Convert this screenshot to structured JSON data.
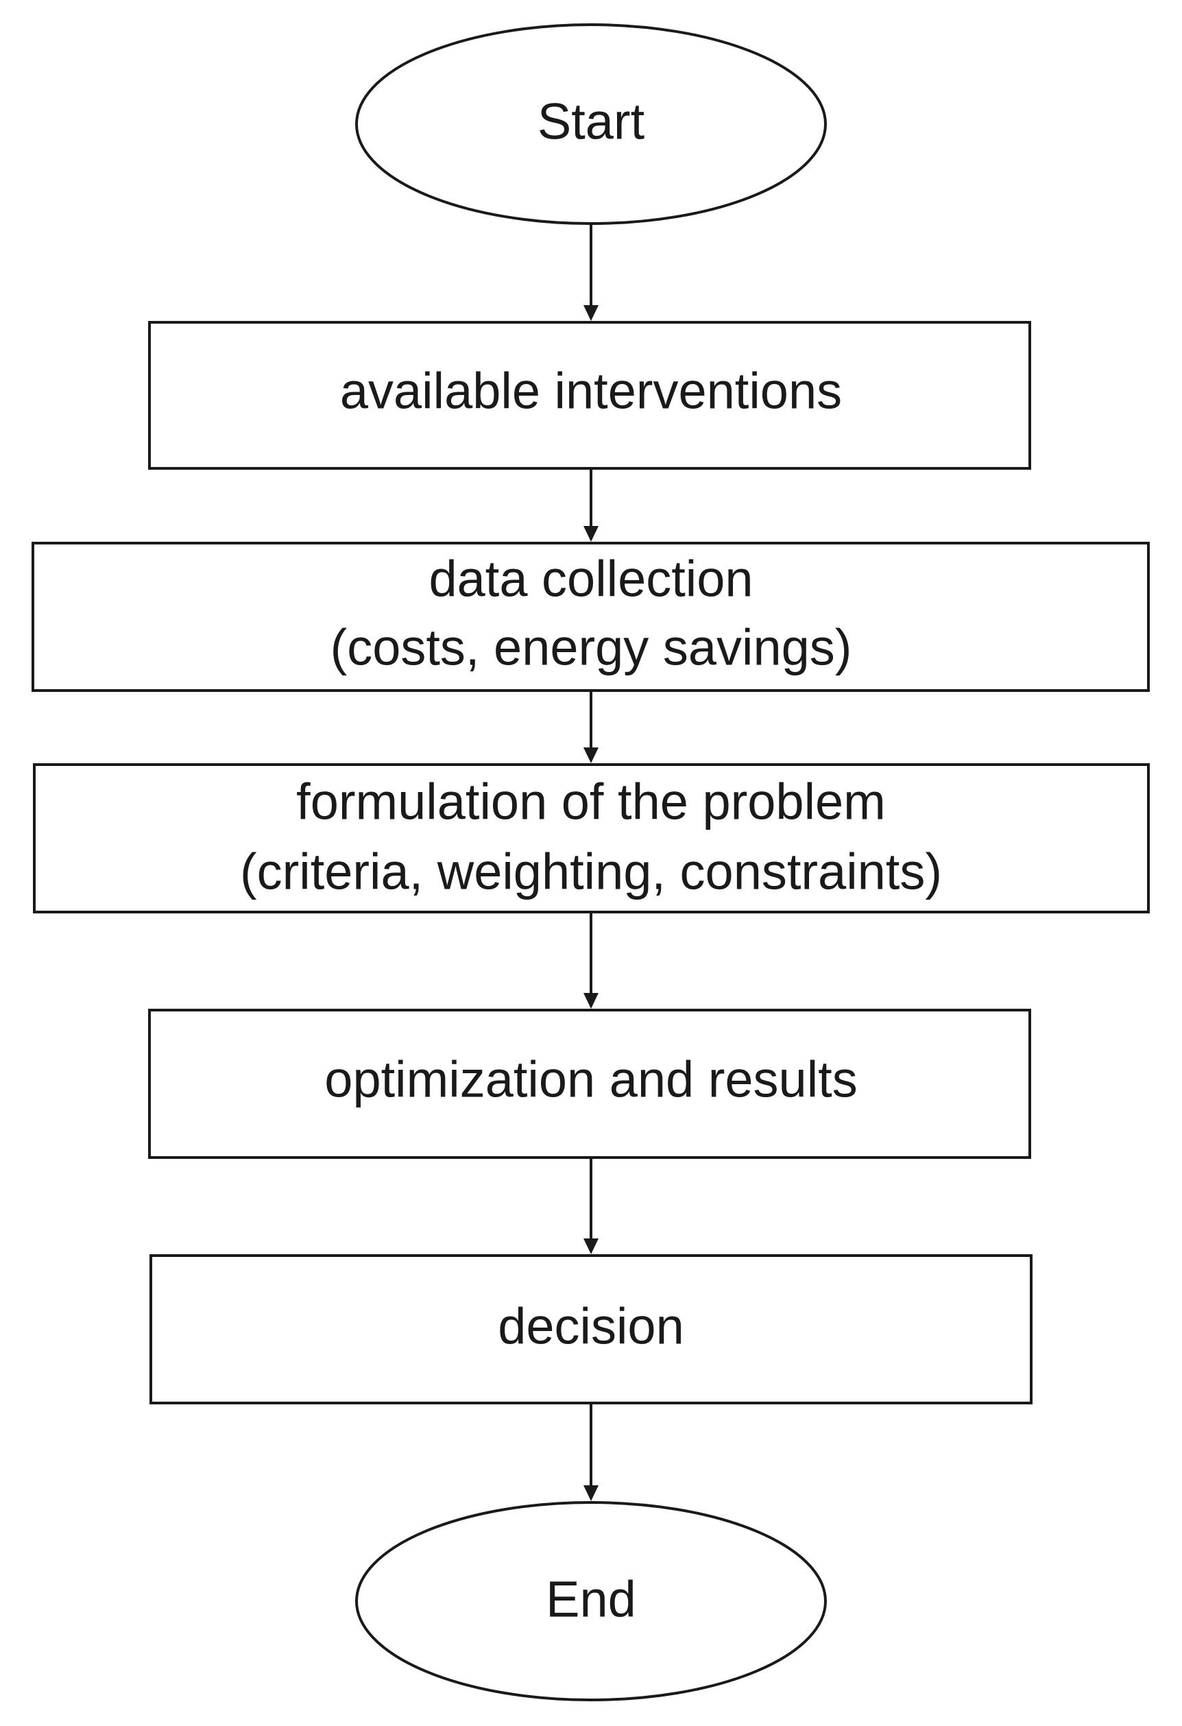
{
  "nodes": [
    {
      "id": "start",
      "shape": "ellipse",
      "lines": [
        "Start"
      ]
    },
    {
      "id": "available-interventions",
      "shape": "rect",
      "lines": [
        "available interventions"
      ]
    },
    {
      "id": "data-collection",
      "shape": "rect",
      "lines": [
        "data collection",
        "(costs, energy savings)"
      ]
    },
    {
      "id": "formulation",
      "shape": "rect",
      "lines": [
        "formulation of the problem",
        "(criteria, weighting, constraints)"
      ]
    },
    {
      "id": "optimization",
      "shape": "rect",
      "lines": [
        "optimization and results"
      ]
    },
    {
      "id": "decision",
      "shape": "rect",
      "lines": [
        "decision"
      ]
    },
    {
      "id": "end",
      "shape": "ellipse",
      "lines": [
        "End"
      ]
    }
  ],
  "edges": [
    {
      "from": "start",
      "to": "available-interventions"
    },
    {
      "from": "available-interventions",
      "to": "data-collection"
    },
    {
      "from": "data-collection",
      "to": "formulation"
    },
    {
      "from": "formulation",
      "to": "optimization"
    },
    {
      "from": "optimization",
      "to": "decision"
    },
    {
      "from": "decision",
      "to": "end"
    }
  ]
}
